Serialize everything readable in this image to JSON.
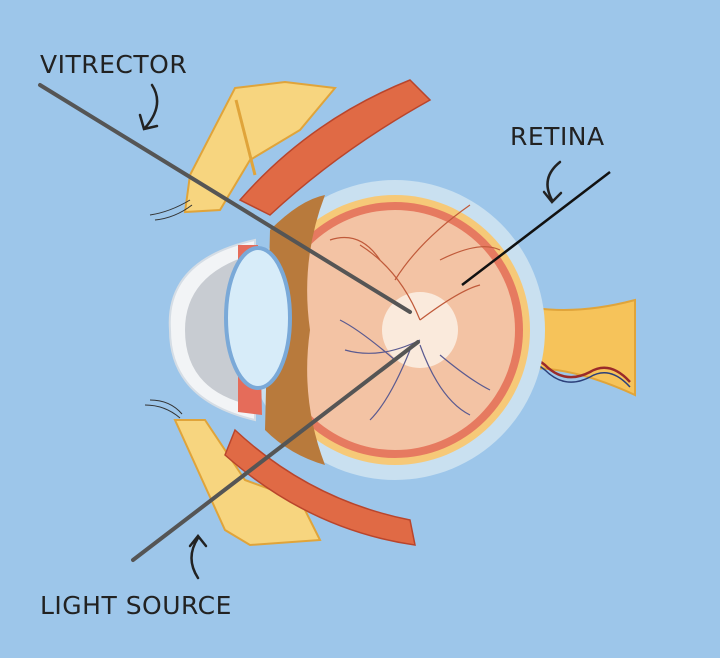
{
  "labels": {
    "vitrector": "VITRECTOR",
    "retina": "RETINA",
    "light_source": "LIGHT SOURCE"
  },
  "colors": {
    "background": "#9dc6ea",
    "sclera": "#e9a27e",
    "retina": "#f2c4a0",
    "bone": "#f5d37a",
    "muscle": "#d9623f",
    "instrument": "#555555"
  }
}
